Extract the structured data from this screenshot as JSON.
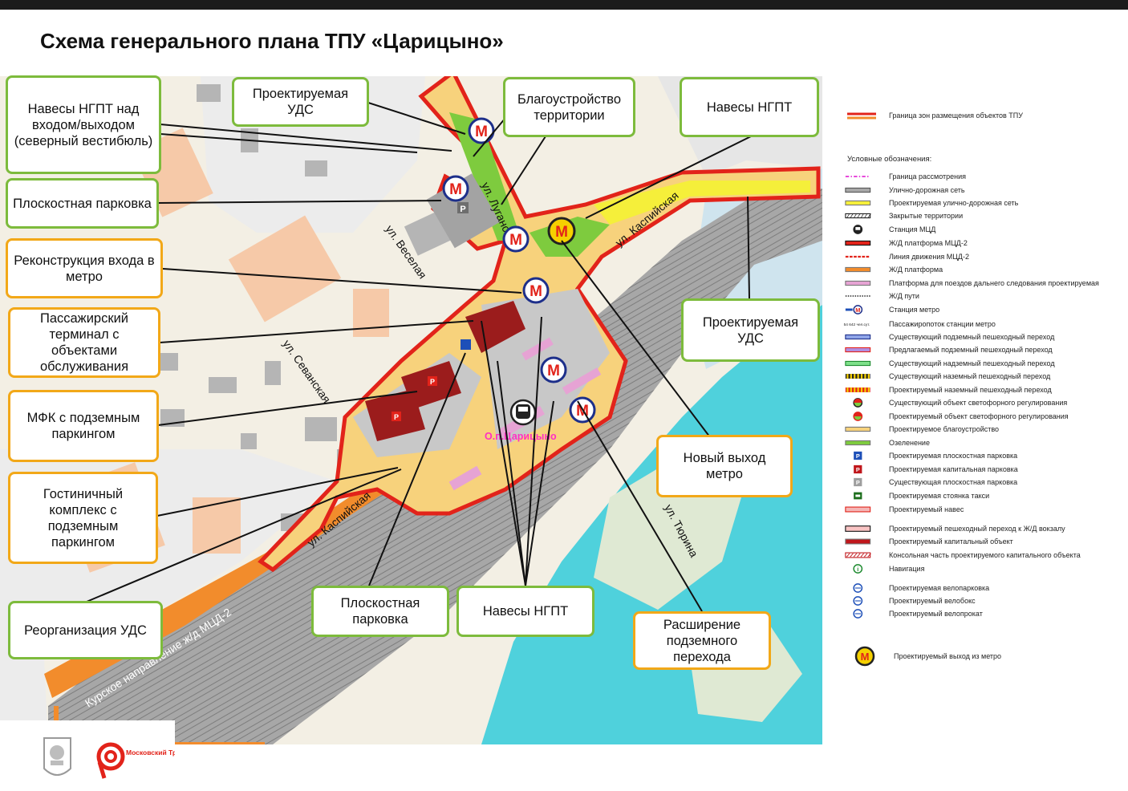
{
  "title": "Схема генерального плана ТПУ «Царицыно»",
  "callouts": [
    "Навесы НГПТ над входом/выходом (северный вестибюль)",
    "Проектируемая УДС",
    "Благоустройство территории",
    "Навесы НГПТ",
    "Плоскостная парковка",
    "Реконструкция входа в метро",
    "Пассажирский терминал с объектами обслуживания",
    "Проектируемая УДС",
    "МФК с подземным паркингом",
    "Новый выход метро",
    "Гостиничный комплекс с подземным паркингом",
    "Реорганизация УДС",
    "Плоскостная парковка",
    "Навесы НГПТ",
    "Расширение подземного перехода"
  ],
  "map_labels": {
    "street_lugansk": "ул. Луганская",
    "street_veselaya": "ул. Веселая",
    "street_sevanskaya": "ул. Севанская",
    "street_kaspiyskaya_top": "ул. Каспийская",
    "street_kaspiyskaya_bottom": "ул. Каспийская",
    "street_tyurina": "ул. Тюрина",
    "railway": "Курское направление ж/д МЦД-2",
    "station": "О.п.Царицыно",
    "parking": "P"
  },
  "legend": {
    "boundary": "Граница зон размещения объектов ТПУ",
    "heading": "Условные обозначения:",
    "items": [
      "Граница рассмотрения",
      "Улично-дорожная сеть",
      "Проектируемая улично-дорожная сеть",
      "Закрытые территории",
      "Станция МЦД",
      "Ж/Д платформа МЦД-2",
      "Линия движения МЦД-2",
      "Ж/Д платформа",
      "Платформа для поездов дальнего следования проектируемая",
      "Ж/Д пути",
      "Станция метро",
      "Пассажиропоток станции метро",
      "Существующий подземный пешеходный переход",
      "Предлагаемый подземный пешеходный переход",
      "Существующий надземный пешеходный переход",
      "Существующий наземный пешеходный переход",
      "Проектируемый наземный пешеходный переход",
      "Существующий объект светофорного регулирования",
      "Проектируемый объект светофорного регулирования",
      "Проектируемое благоустройство",
      "Озеленение",
      "Проектируемая плоскостная парковка",
      "Проектируемая капитальная парковка",
      "Существующая плоскостная парковка",
      "Проектируемая стоянка такси",
      "Проектируемый навес",
      "Проектируемый пешеходный переход к Ж/Д вокзалу",
      "Проектируемый капитальный объект",
      "Консольная часть проектируемого капитального объекта",
      "Навигация",
      "Проектируемая велопарковка",
      "Проектируемый велобокс",
      "Проектируемый велопрокат"
    ],
    "flow_value": "54 642",
    "flow_unit": "чел.сут.",
    "metro_exit": "Проектируемый выход из метро",
    "metro_letter": "M",
    "info_letter": "i",
    "parking_letter": "P"
  },
  "logo_text": "Московский Транспорт",
  "colors": {
    "boundary_red": "#e2231a",
    "water": "#4fd1dc",
    "rail_grey": "#9e9e9e",
    "green_border": "#7dbb3c",
    "orange_border": "#f2a818",
    "metro_blue": "#1d2f8a"
  }
}
